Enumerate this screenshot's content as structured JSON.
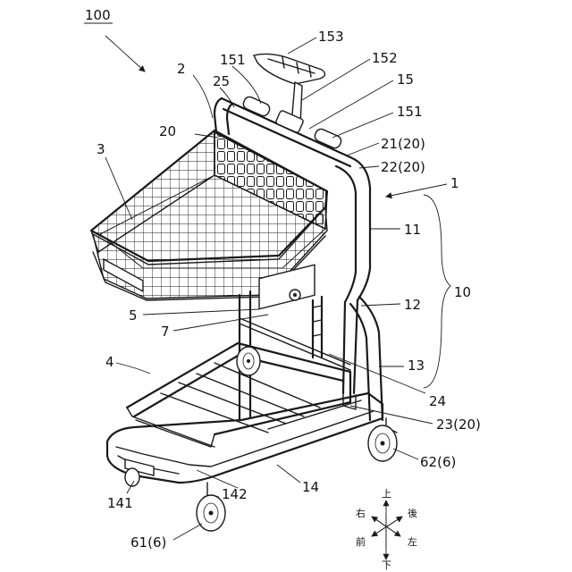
{
  "figure_ref": "100",
  "labels": {
    "l1": "1",
    "l2": "2",
    "l3": "3",
    "l4": "4",
    "l5": "5",
    "l7": "7",
    "l10": "10",
    "l11": "11",
    "l12": "12",
    "l13": "13",
    "l14": "14",
    "l15": "15",
    "l20": "20",
    "l21": "21(20)",
    "l22": "22(20)",
    "l23": "23(20)",
    "l24": "24",
    "l25": "25",
    "l61": "61(6)",
    "l62": "62(6)",
    "l141": "141",
    "l142": "142",
    "l151a": "151",
    "l151b": "151",
    "l152": "152",
    "l153": "153"
  },
  "directions": {
    "up": "上",
    "down": "下",
    "right": "右",
    "rear": "後",
    "front": "前",
    "left": "左"
  }
}
